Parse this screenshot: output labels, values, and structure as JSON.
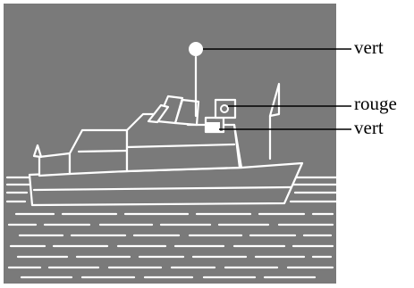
{
  "figure": {
    "subject": "boat-at-night-navigation-lights",
    "labels": {
      "top_light": "vert",
      "port_light": "rouge",
      "starboard_light": "vert"
    },
    "colors": {
      "background": "#7a7a7a",
      "lines": "#ffffff",
      "leader_lines": "#000000"
    }
  }
}
